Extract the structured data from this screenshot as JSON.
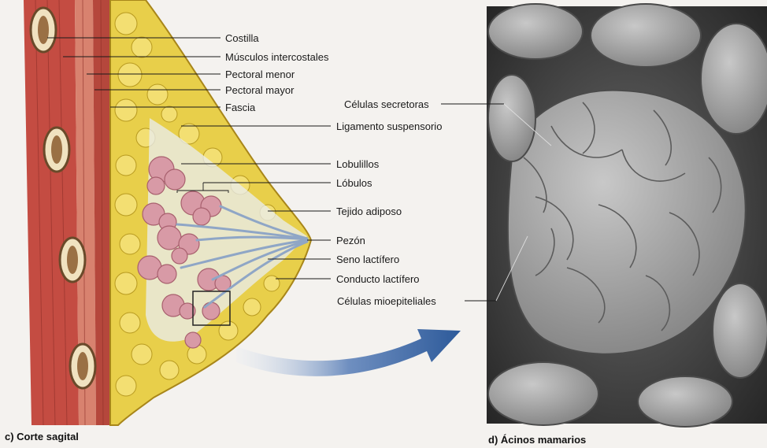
{
  "labels": {
    "costilla": "Costilla",
    "musculos_intercostales": "Músculos intercostales",
    "pectoral_menor": "Pectoral menor",
    "pectoral_mayor": "Pectoral mayor",
    "fascia": "Fascia",
    "ligamento_suspensorio": "Ligamento suspensorio",
    "lobulillos": "Lobulillos",
    "lobulos": "Lóbulos",
    "tejido_adiposo": "Tejido adiposo",
    "pezon": "Pezón",
    "seno_lactifero": "Seno lactífero",
    "conducto_lactifero": "Conducto lactífero",
    "celulas_secretoras": "Células secretoras",
    "celulas_mioepiteliales": "Células mioepiteliales"
  },
  "captions": {
    "left": "c) Corte sagital",
    "right": "d) Ácinos mamarios"
  },
  "colors": {
    "muscle": "#b8463e",
    "muscle_light": "#d77a6e",
    "fat": "#e8cf4a",
    "fat_edge": "#b89a20",
    "lobule": "#d89aa6",
    "lobule_edge": "#a8606e",
    "duct": "#8fa6c6",
    "arrow": "#3f6aa8",
    "micrograph_bg": "#3a3a3a",
    "micrograph_cell": "#9a9a9a"
  }
}
